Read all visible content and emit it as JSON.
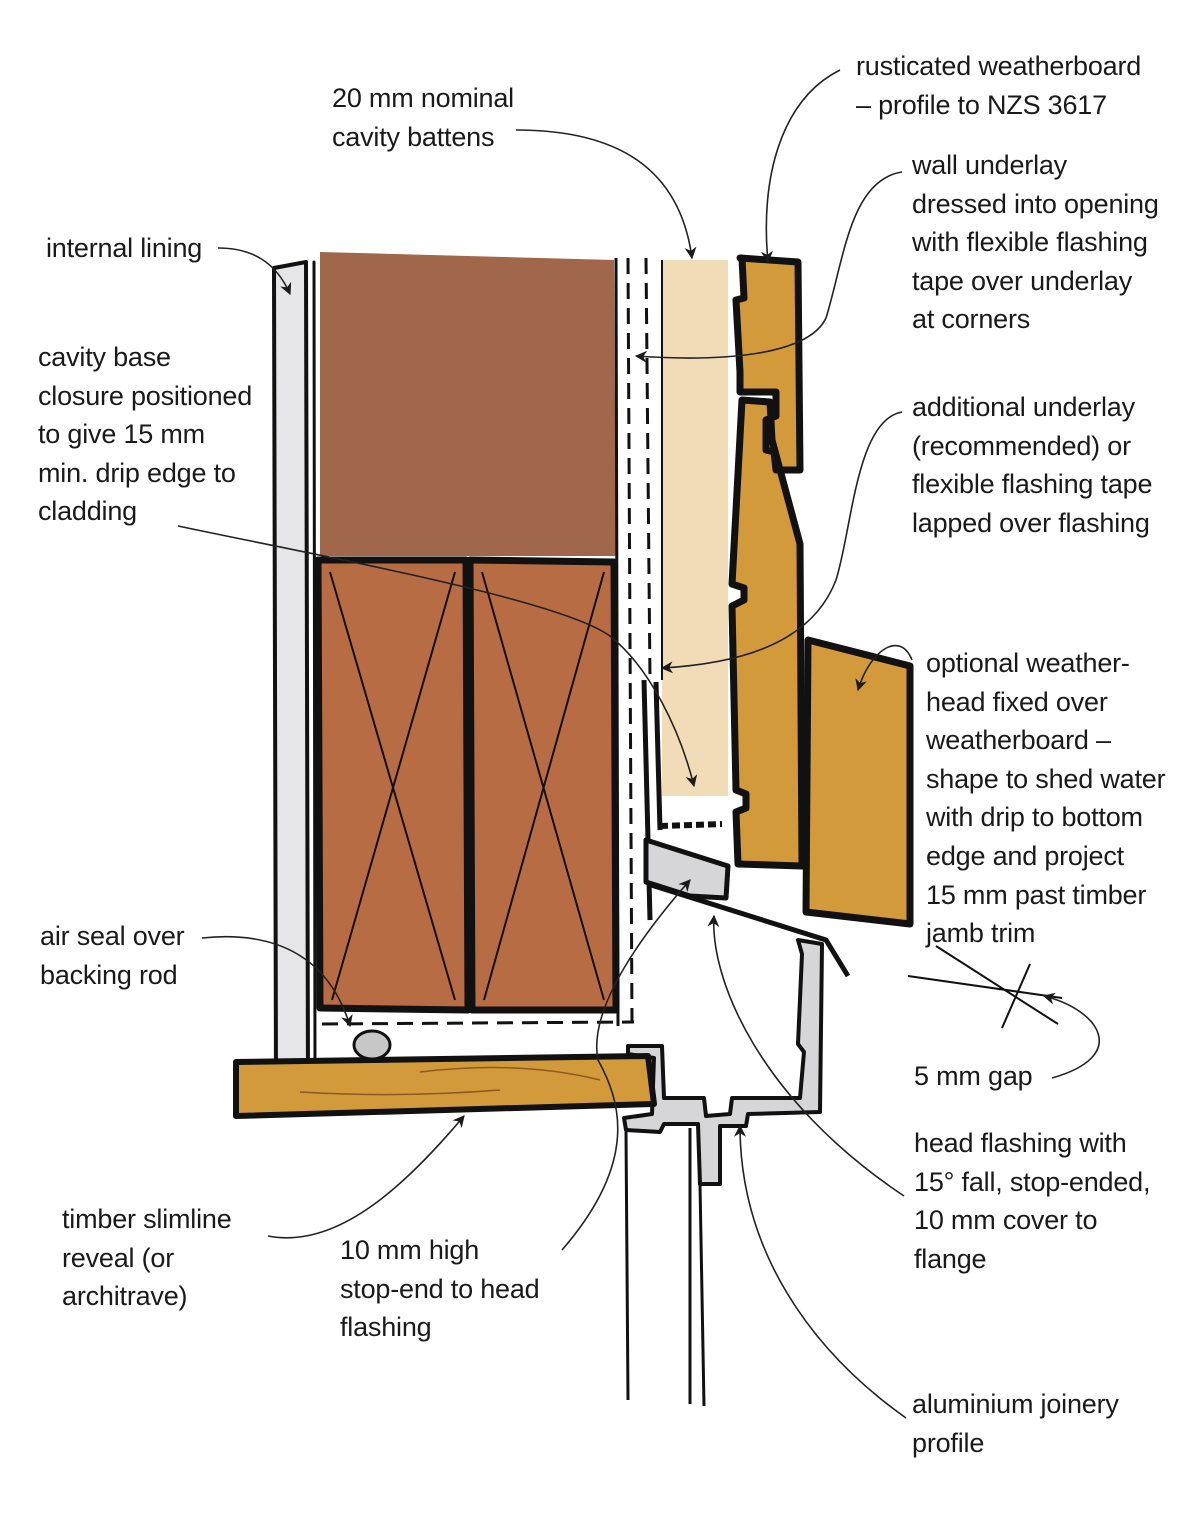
{
  "labels": {
    "internal_lining": "internal lining",
    "cavity_battens": "20 mm nominal\ncavity battens",
    "weatherboard": "rusticated weatherboard\n– profile to NZS 3617",
    "wall_underlay": "wall underlay\ndressed into opening\nwith flexible flashing\ntape over underlay\nat corners",
    "cavity_base": "cavity base\nclosure positioned\nto give 15 mm\nmin. drip edge to\ncladding",
    "additional_underlay": "additional underlay\n(recommended) or\nflexible flashing tape\nlapped over flashing",
    "weatherhead": "optional weather-\nhead fixed over\nweatherboard –\nshape to shed water\nwith drip to bottom\nedge and project\n15 mm past timber\njamb trim",
    "air_seal": "air seal over\nbacking rod",
    "gap": "5 mm gap",
    "head_flashing": "head flashing with\n15° fall, stop-ended,\n10 mm cover to\nflange",
    "reveal": "timber slimline\nreveal (or\narchitrave)",
    "stop_end": "10 mm high\nstop-end to head\nflashing",
    "joinery": "aluminium joinery\nprofile"
  },
  "colors": {
    "lining": "#e6e6e8",
    "lintel": "#a0674a",
    "trimmer": "#b86c44",
    "batten": "#f2dcb8",
    "weatherboard": "#d39a3c",
    "reveal": "#d39a3c",
    "flashing": "#d6d6d8",
    "ink": "#111111",
    "text": "#1a1a1a"
  }
}
